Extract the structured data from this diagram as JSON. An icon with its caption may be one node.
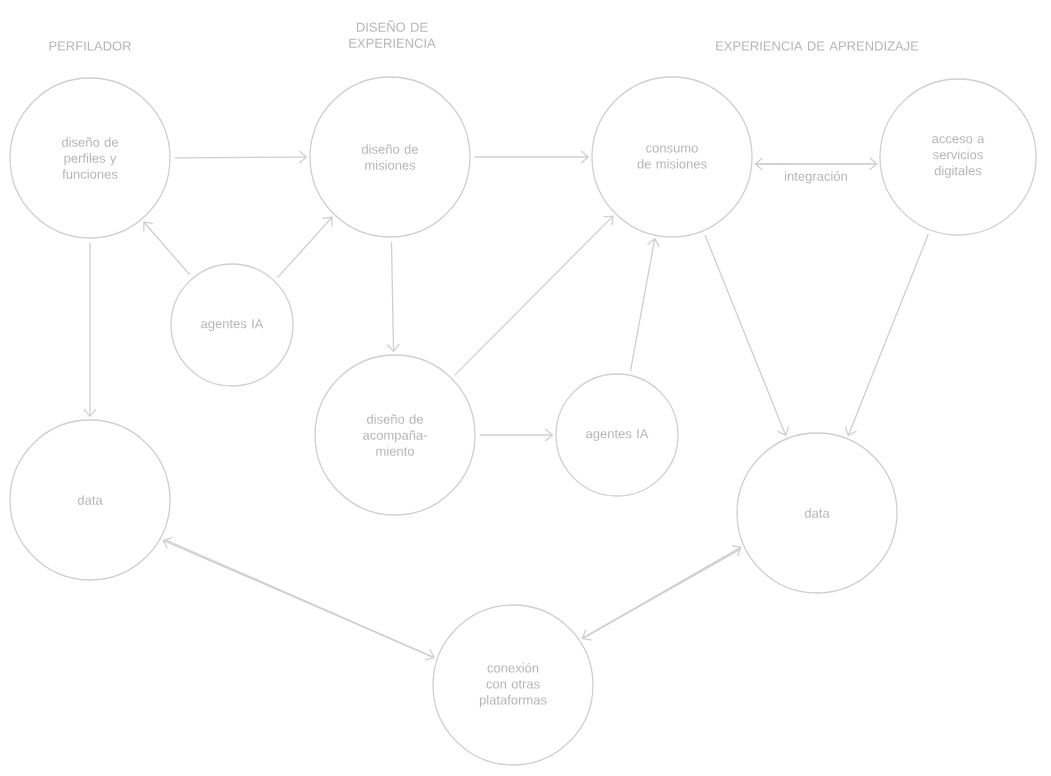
{
  "diagram": {
    "nodes": [
      {
        "text": [
          "diseño de perfiles y funciones"
        ]
      },
      {
        "text": [
          "diseño de misiones"
        ]
      },
      {
        "text": [
          "consumo de misiones"
        ]
      },
      {
        "text": [
          "acceso a servicios digitales"
        ]
      },
      {
        "text": [
          "agentes IA"
        ]
      },
      {
        "text": [
          "diseño de acompaña-miento"
        ]
      },
      {
        "text": [
          "agentes IA"
        ]
      },
      {
        "text": [
          "data"
        ]
      },
      {
        "text": [
          "data"
        ]
      },
      {
        "text": [
          "conexión con otras plataformas"
        ]
      }
    ],
    "edges": [
      {
        "from": 0,
        "to": 1,
        "arrow": "to"
      },
      {
        "from": 1,
        "to": 2,
        "arrow": "to"
      },
      {
        "from": 3,
        "to": 2,
        "arrow": "to"
      },
      {
        "from": 2,
        "to": 3,
        "arrow": "to",
        "label": "integración"
      },
      {
        "from": 4,
        "to": 0,
        "arrow": "to"
      },
      {
        "from": 4,
        "to": 1,
        "arrow": "to"
      },
      {
        "from": 1,
        "to": 5,
        "arrow": "to"
      },
      {
        "from": 5,
        "to": 2,
        "arrow": "to"
      },
      {
        "from": 5,
        "to": 6,
        "arrow": "to"
      },
      {
        "from": 6,
        "to": 2,
        "arrow": "to"
      },
      {
        "from": 0,
        "to": 7,
        "arrow": "to"
      },
      {
        "from": 2,
        "to": 8,
        "arrow": "to"
      },
      {
        "from": 3,
        "to": 8,
        "arrow": "to"
      },
      {
        "from": 9,
        "to": 7,
        "arrow": "to"
      },
      {
        "from": 7,
        "to": 9,
        "arrow": "to"
      },
      {
        "from": 8,
        "to": 9,
        "arrow": "to"
      },
      {
        "from": 9,
        "to": 8,
        "arrow": "to"
      }
    ],
    "labels": [
      "PERFILADOR",
      "DISEÑO DE EXPERIENCIA",
      "EXPERIENCIA DE APRENDIZAJE"
    ]
  }
}
